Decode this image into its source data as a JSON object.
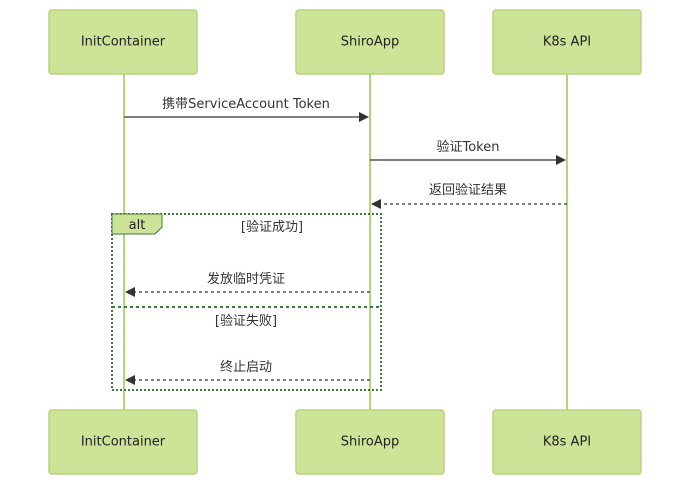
{
  "participants": [
    "InitContainer",
    "ShiroApp",
    "K8s API"
  ],
  "messages": [
    {
      "from": "InitContainer",
      "to": "ShiroApp",
      "label": "携带ServiceAccount Token",
      "style": "solid"
    },
    {
      "from": "ShiroApp",
      "to": "K8s API",
      "label": "验证Token",
      "style": "solid"
    },
    {
      "from": "K8s API",
      "to": "ShiroApp",
      "label": "返回验证结果",
      "style": "dashed"
    },
    {
      "from": "ShiroApp",
      "to": "InitContainer",
      "label": "发放临时凭证",
      "style": "dashed"
    },
    {
      "from": "ShiroApp",
      "to": "InitContainer",
      "label": "终止启动",
      "style": "dashed"
    }
  ],
  "alt": {
    "label": "alt",
    "conditions": [
      "[验证成功]",
      "[验证失败]"
    ]
  },
  "colors": {
    "actor_fill": "#cde498",
    "actor_border": "#b5d57a",
    "frame": "#3e7a3e"
  }
}
